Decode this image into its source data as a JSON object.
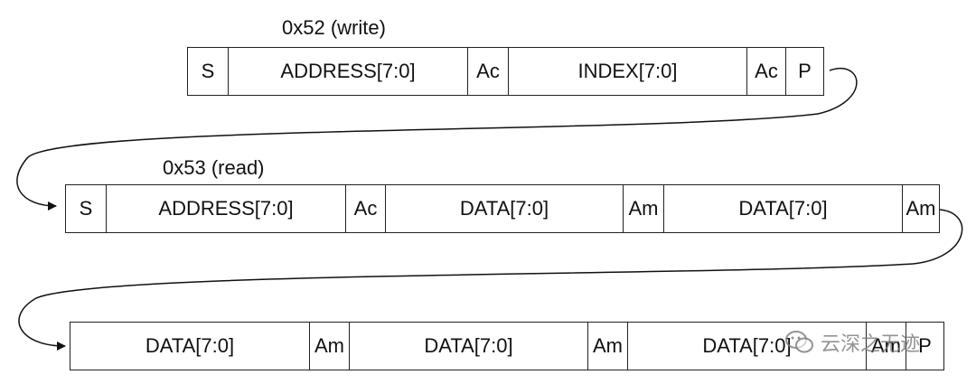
{
  "rows": [
    {
      "caption": "0x52 (write)",
      "cells": [
        {
          "label": "S",
          "kind": "start"
        },
        {
          "label": "ADDRESS[7:0]",
          "kind": "field"
        },
        {
          "label": "Ac",
          "kind": "ack"
        },
        {
          "label": "INDEX[7:0]",
          "kind": "field"
        },
        {
          "label": "Ac",
          "kind": "ack"
        },
        {
          "label": "P",
          "kind": "stop"
        }
      ]
    },
    {
      "caption": "0x53 (read)",
      "cells": [
        {
          "label": "S",
          "kind": "start"
        },
        {
          "label": "ADDRESS[7:0]",
          "kind": "field"
        },
        {
          "label": "Ac",
          "kind": "ack"
        },
        {
          "label": "DATA[7:0]",
          "kind": "field"
        },
        {
          "label": "Am",
          "kind": "ack"
        },
        {
          "label": "DATA[7:0]",
          "kind": "field"
        },
        {
          "label": "Am",
          "kind": "ack"
        }
      ]
    },
    {
      "caption": "",
      "cells": [
        {
          "label": "DATA[7:0]",
          "kind": "field"
        },
        {
          "label": "Am",
          "kind": "ack"
        },
        {
          "label": "DATA[7:0]",
          "kind": "field"
        },
        {
          "label": "Am",
          "kind": "ack"
        },
        {
          "label": "DATA[7:0]",
          "kind": "field"
        },
        {
          "label": "Am",
          "kind": "ack"
        },
        {
          "label": "P",
          "kind": "stop"
        }
      ]
    }
  ],
  "watermark": {
    "text": "云深之无迹",
    "icon": "wechat-icon"
  }
}
